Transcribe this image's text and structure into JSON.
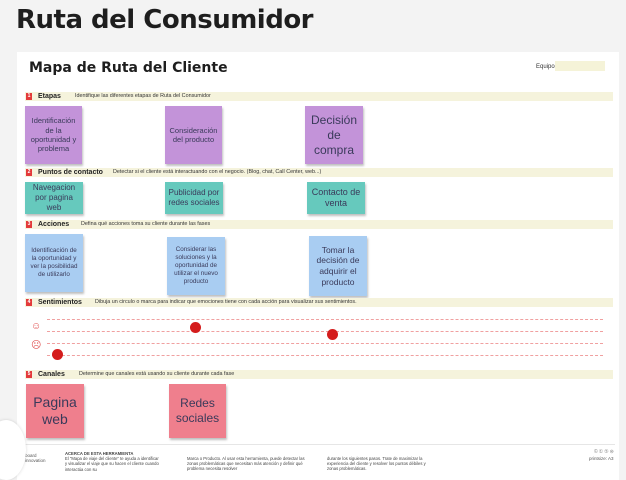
{
  "page": {
    "title": "Ruta del Consumidor"
  },
  "board": {
    "title": "Mapa de Ruta del Cliente",
    "team_label": "Equipo",
    "team_value": ""
  },
  "sections": {
    "etapas": {
      "num": "1",
      "name": "Etapas",
      "desc": "Identifique las diferentes etapas de Ruta del Consumidor"
    },
    "puntos": {
      "num": "2",
      "name": "Puntos de contacto",
      "desc": "Detectar si el cliente está interactuando con el negocio. (Blog, chat, Call Center, web...)"
    },
    "acciones": {
      "num": "3",
      "name": "Acciones",
      "desc": "Defina qué acciones toma su cliente durante las fases"
    },
    "sentimientos": {
      "num": "4",
      "name": "Sentimientos",
      "desc": "Dibuja un circulo o marca para indicar que emociones tiene con cada acción para visualizar sus sentimientos."
    },
    "canales": {
      "num": "5",
      "name": "Canales",
      "desc": "Determine que canales está usando su cliente durante cada fase"
    }
  },
  "notes": {
    "etapas": [
      "Identificación de la oportunidad y problema",
      "Consideración del producto",
      "Decisión de compra"
    ],
    "puntos": [
      "Navegacion por pagina web",
      "Publicidad por redes sociales",
      "Contacto de venta"
    ],
    "acciones": [
      "Identificación de la oportunidad y ver la posibilidad de utilizarlo",
      "Considerar las soluciones y la oportunidad de utilizar el nuevo producto",
      "Tomar la decisión de adquirir el producto"
    ],
    "canales": [
      "Pagina web",
      "Redes sociales"
    ]
  },
  "sentiments": {
    "happy_icon": "smile-icon",
    "sad_icon": "frown-icon",
    "happy_glyph": "☺",
    "sad_glyph": "☹",
    "marks": [
      {
        "stage": 1,
        "level": "low"
      },
      {
        "stage": 2,
        "level": "high"
      },
      {
        "stage": 3,
        "level": "mid-high"
      }
    ]
  },
  "footer": {
    "logo": "board\ninnovation",
    "about_title": "ACERCA DE ESTA HERRAMIENTA",
    "about_text": "El \"Mapa de viaje del cliente\" te ayuda a identificar y visualizar el viaje que su hacen el cliente cuando interactúa con su",
    "col2_text": "Marca o Producto. Al usar esta herramienta, puede detectar las zonas problemáticas que necesitan más atención y definir qué problema necesita resolver",
    "col3_text": "durante los siguientes pasos. Trate de maximizar la experiencia del cliente y resolver los puntos débiles y zonas problemáticas.",
    "icons": "©①⑤⊜",
    "print_note": "printsize: A3"
  },
  "colors": {
    "purple": "#c393d9",
    "teal": "#66c9bd",
    "blue": "#a9cdf2",
    "pink": "#ef7f8d",
    "accent_red": "#e33a3a",
    "section_bg": "#f5f3dc"
  }
}
